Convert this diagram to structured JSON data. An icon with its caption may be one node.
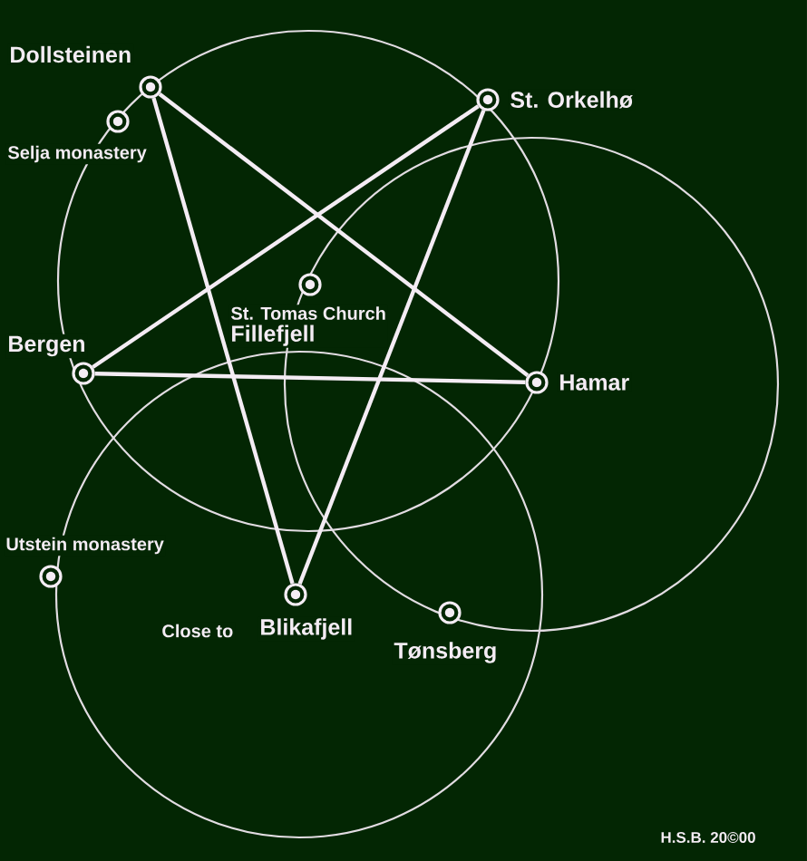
{
  "diagram": {
    "nodes": [
      {
        "text": [
          "Dollsteinen"
        ]
      },
      {
        "text": [
          "Selja monastery"
        ]
      },
      {
        "text": [
          "St. Orkelhø"
        ]
      },
      {
        "text": [
          "St. Tomas Church",
          "Fillefjell"
        ]
      },
      {
        "text": [
          "Bergen"
        ]
      },
      {
        "text": [
          "Hamar"
        ]
      },
      {
        "text": [
          "Utstein monastery"
        ]
      },
      {
        "text": [
          "Close to",
          "Blikafjell"
        ]
      },
      {
        "text": [
          "Tønsberg"
        ]
      }
    ],
    "edges": [
      {
        "from": 0,
        "to": 5,
        "arrow": "none"
      },
      {
        "from": 5,
        "to": 4,
        "arrow": "none"
      },
      {
        "from": 4,
        "to": 2,
        "arrow": "none"
      },
      {
        "from": 2,
        "to": 7,
        "arrow": "none"
      },
      {
        "from": 7,
        "to": 0,
        "arrow": "none"
      }
    ],
    "labels": [
      "H.S.B. 20©00"
    ]
  }
}
